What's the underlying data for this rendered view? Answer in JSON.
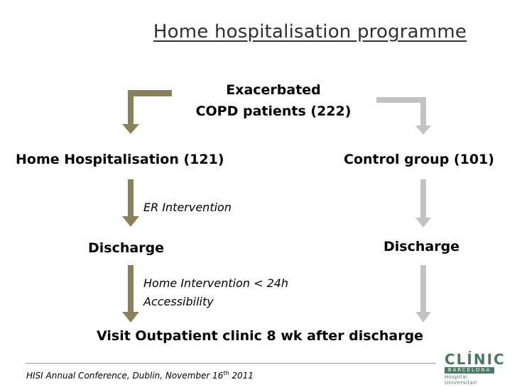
{
  "title": "Home hospitalisation programme",
  "nodes": {
    "root_line1": "Exacerbated",
    "root_line2": "COPD patients (222)",
    "left_group": "Home Hospitalisation (121)",
    "right_group": "Control group (101)",
    "left_discharge": "Discharge",
    "right_discharge": "Discharge",
    "outcome": "Visit Outpatient clinic 8 wk after discharge"
  },
  "annotations": {
    "er_intervention": "ER Intervention",
    "home_intervention_line1": "Home Intervention < 24h",
    "home_intervention_line2": "Accessibility"
  },
  "footer": {
    "prefix": "HISI Annual Conference, Dublin, November 16",
    "superscript": "th",
    "suffix": " 2011"
  },
  "logo": {
    "name": "CLÍNIC",
    "city": "BARCELONA",
    "subtitle": "Hospital Universitari"
  },
  "colors": {
    "intervention_arrow": "#8a8158",
    "control_arrow": "#c3c3c3",
    "brand": "#4a7a62"
  }
}
